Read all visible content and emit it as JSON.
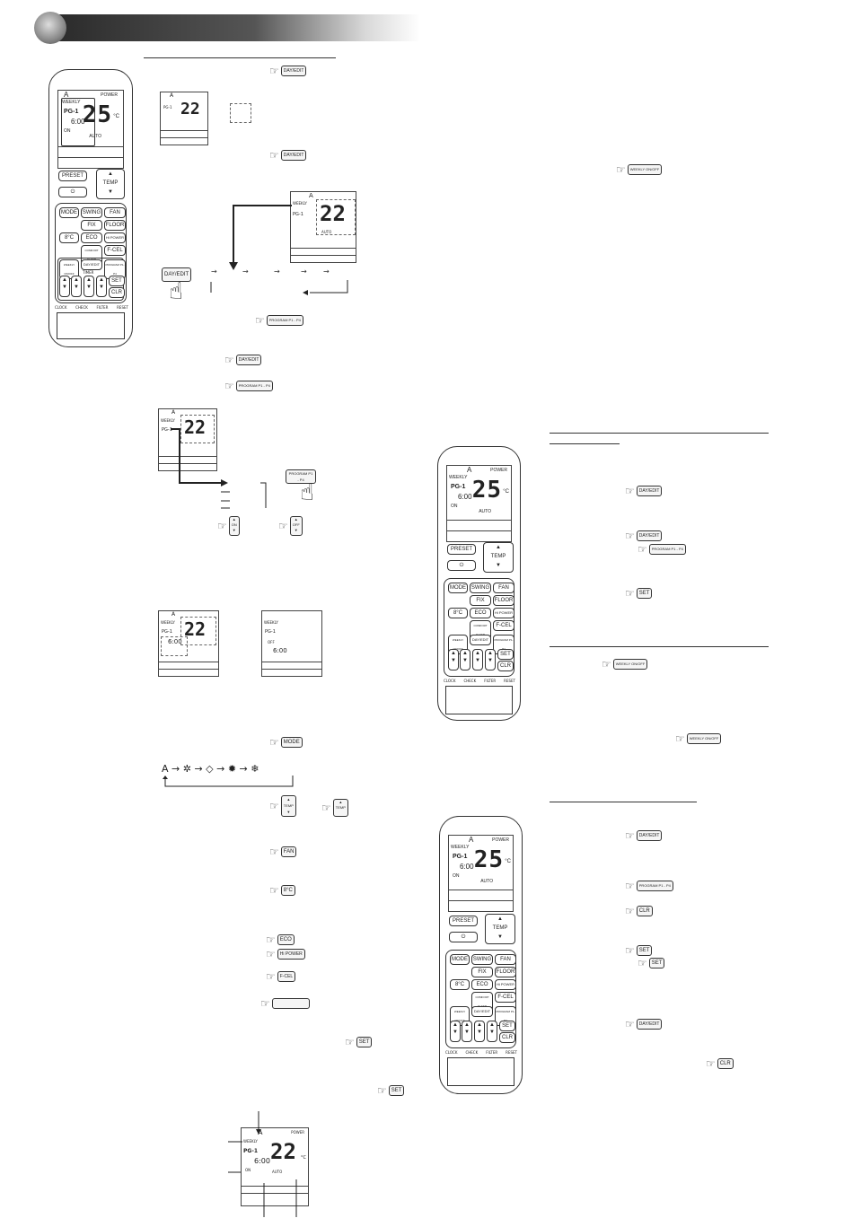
{
  "lcd": {
    "mode_letter": "A",
    "weekly": "WEEKLY",
    "prog": "PG-1",
    "time": "6:00",
    "on": "ON",
    "off": "OFF",
    "temp_main": "25",
    "temp_alt": "22",
    "unit": "°C",
    "auto": "AUTO",
    "power": "POWER"
  },
  "remote": {
    "preset": "PRESET",
    "temp": "TEMP",
    "mode": "MODE",
    "swing": "SWING",
    "fan": "FAN",
    "fix": "FIX",
    "floor": "FLOOR",
    "eight_c": "8°C",
    "eco": "ECO",
    "hipower": "Hi POWER",
    "comfort": "COMFORT SLEEP",
    "fcel": "F-CEL",
    "weekly_btn": "WEEKLY ON/OFF",
    "dayedit": "DAY/EDIT",
    "program": "PROGRAM P1-P4",
    "timer": "TIMER",
    "on_label": "ON",
    "off_label": "OFF",
    "set": "SET",
    "clr": "CLR",
    "clock": "CLOCK",
    "check": "CHECK",
    "filter": "FILTER",
    "reset": "RESET"
  },
  "keys": {
    "dayedit": "DAY/EDIT",
    "program": "PROGRAM P1 - P4",
    "weekly": "WEEKLY ON/OFF",
    "mode": "MODE",
    "temp": "TEMP",
    "fan": "FAN",
    "eight_c": "8°C",
    "eco": "ECO",
    "hipower": "Hi POWER",
    "fcel": "F-CEL",
    "set": "SET",
    "clr": "CLR",
    "on": "ON",
    "off": "OFF"
  },
  "mode_cycle_start": "A"
}
